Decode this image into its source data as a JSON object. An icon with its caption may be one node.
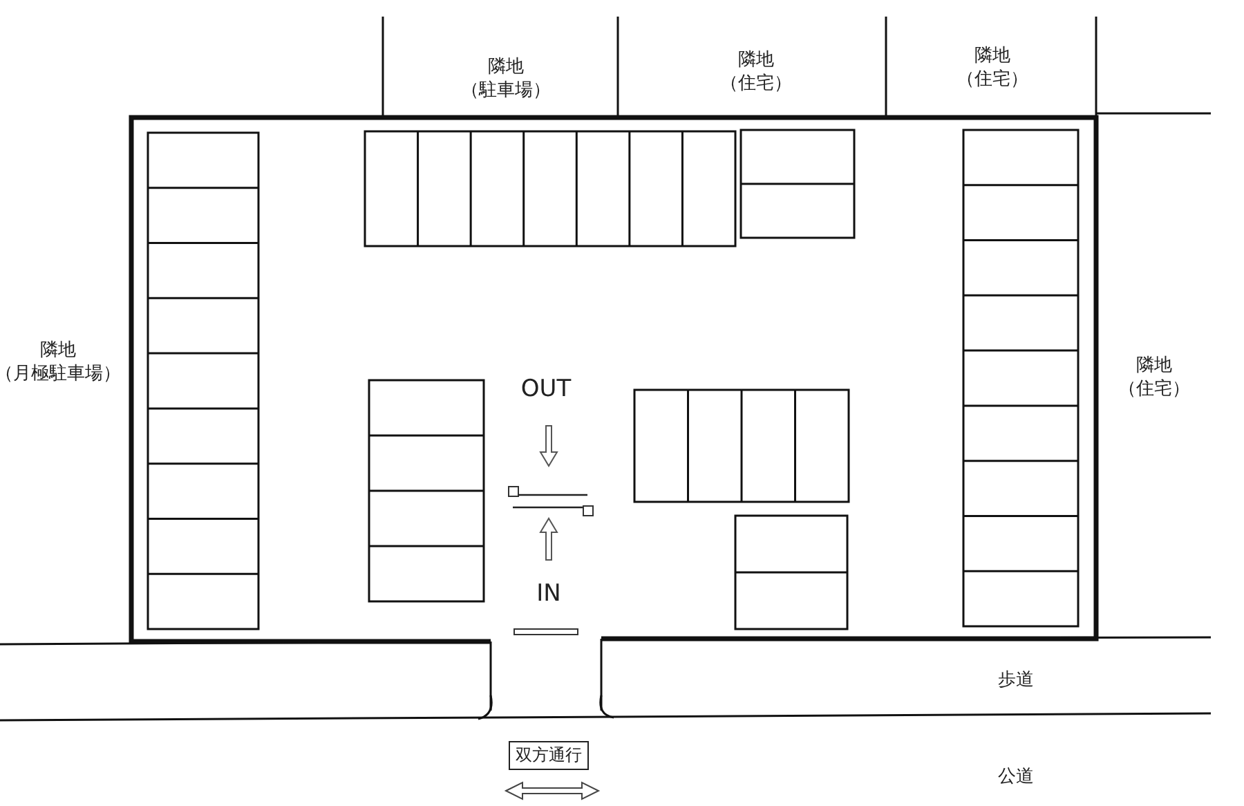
{
  "diagram": {
    "nodes": [
      {
        "text": [
          "双方通行"
        ]
      }
    ],
    "labels": [
      "隣地（駐車場）",
      "隣地（住宅）",
      "隣地（住宅）",
      "隣地（月極駐車場）",
      "隣地（住宅）",
      "OUT",
      "IN",
      "歩道",
      "公道"
    ]
  }
}
